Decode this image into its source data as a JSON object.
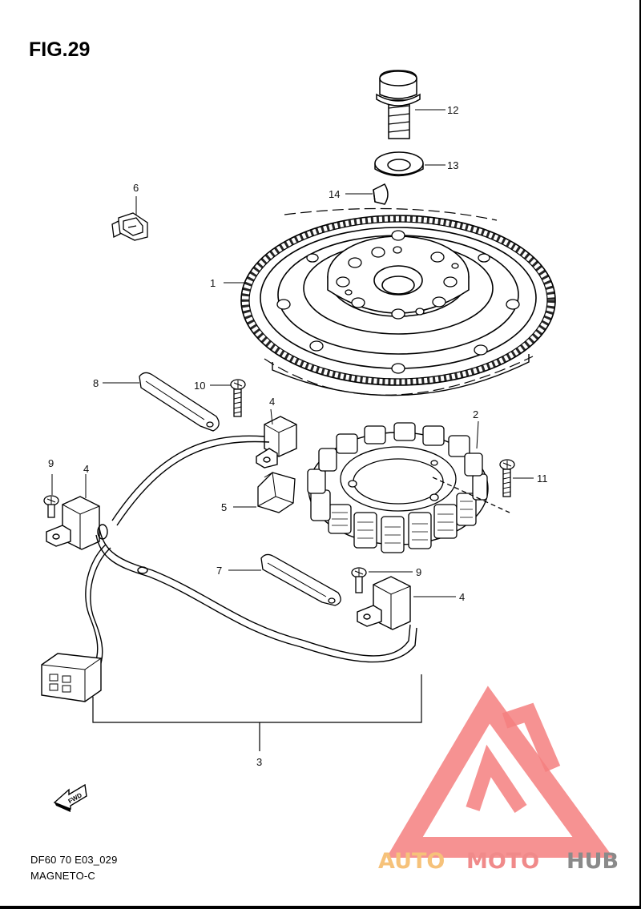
{
  "figure": {
    "title": "FIG.29",
    "code": "DF60 70 E03_029",
    "name": "MAGNETO-C"
  },
  "callouts": {
    "c1": "1",
    "c2": "2",
    "c3": "3",
    "c4a": "4",
    "c4b": "4",
    "c4c": "4",
    "c5": "5",
    "c6": "6",
    "c7": "7",
    "c8": "8",
    "c9a": "9",
    "c9b": "9",
    "c10": "10",
    "c11": "11",
    "c12": "12",
    "c13": "13",
    "c14": "14"
  },
  "fwd_label": "FWD",
  "watermark": {
    "part1": "AUTO",
    "part2": "MOTO",
    "part3": "HUB",
    "color_light": "#f6c27a",
    "color_mid": "#f08a8a",
    "color_dark": "#8a8a8a",
    "triangle_color": "#f47f7f"
  }
}
